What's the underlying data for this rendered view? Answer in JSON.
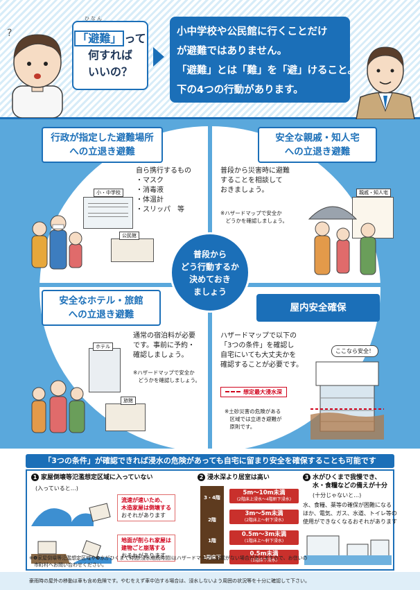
{
  "header": {
    "ruby": "ひなん",
    "question": {
      "highlight": "「避難」",
      "rest1": "って",
      "line2": "何すれば",
      "line3": "いいの？"
    },
    "answer": [
      "小中学校や公民館に行くことだけ",
      "が避難ではありません。",
      "「避難」とは「難」を「避」けること。",
      "下の4つの行動があります。"
    ]
  },
  "center": [
    "普段から",
    "どう行動するか",
    "決めておき",
    "ましょう"
  ],
  "q1": {
    "title": [
      "行政が指定した避難場所",
      "への立退き避難"
    ],
    "items_title": "自ら携行するもの",
    "items": [
      "・マスク",
      "・消毒液",
      "・体温計",
      "・スリッパ　等"
    ],
    "label_school": "小・中学校",
    "label_hall": "公民館"
  },
  "q2": {
    "title": [
      "安全な親戚・知人宅",
      "への立退き避難"
    ],
    "text": [
      "普段から災害時に避難",
      "することを相談して",
      "おきましょう。"
    ],
    "note": [
      "※ハザードマップで安全か",
      "　どうかを確認しましょう。"
    ],
    "label_house": "親戚・知人宅"
  },
  "q3": {
    "title": [
      "安全なホテル・旅館",
      "への立退き避難"
    ],
    "text": [
      "通常の宿泊料が必要",
      "です。事前に予約・",
      "確認しましょう。"
    ],
    "note": [
      "※ハザードマップで安全か",
      "　どうかを確認しましょう。"
    ],
    "label_hotel": "ホテル",
    "label_ryokan": "旅館"
  },
  "q4": {
    "title": "屋内安全確保",
    "text": [
      "ハザードマップで以下の",
      "「3つの条件」を確認し",
      "自宅にいても大丈夫かを",
      "確認することが必要です。"
    ],
    "bubble": "ここなら安全！",
    "legend": "想定最大浸水深",
    "note": [
      "※土砂災害の危険がある",
      "　区域では立退き避難が",
      "　原則です。"
    ]
  },
  "conditions": {
    "banner": "「3つの条件」が確認できれば浸水の危険があっても自宅に留まり安全を確保することも可能です",
    "c1": {
      "num": "1",
      "head": "家屋倒壊等氾濫想定区域に入っていない",
      "sub": "(入っていると…)",
      "warn1": [
        "流速が速いため、",
        "木造家屋は倒壊する",
        "おそれがあります"
      ],
      "warn2": [
        "地面が削られ家屋は",
        "建物ごと崩落する",
        "おそれがあります"
      ]
    },
    "c2": {
      "num": "2",
      "head": "浸水深より居室は高い",
      "floors": [
        "3・4階",
        "2階",
        "1階",
        "1階床下"
      ],
      "depths": [
        {
          "main": "5m〜10m未満",
          "sub": "(2階床上浸水〜4階軒下浸水)"
        },
        {
          "main": "3m〜5m未満",
          "sub": "(2階床上〜軒下浸水)"
        },
        {
          "main": "0.5m〜3m未満",
          "sub": "(1階床上〜軒下浸水)"
        },
        {
          "main": "0.5m未満",
          "sub": "(1階床下浸水)"
        }
      ]
    },
    "c3": {
      "num": "3",
      "head": "水がひくまで我慢でき、",
      "head2": "水・食糧などの備えが十分",
      "sub": "(十分じゃないと…)",
      "text": [
        "水、食糧、薬等の確保が困難になる",
        "ほか、電気、ガス、水道、トイレ等の",
        "使用ができなくなるおそれがあります"
      ]
    },
    "footnote": [
      "※❶家屋倒壊等氾濫想定区域や❸水がひくまで時間(浸水継続時間)はハザードマップに記載がない場合がありますので、お住いの",
      "　市町村へお問い合わせください。"
    ]
  },
  "footer": "豪雨時の屋外の移動は車も含め危険です。やむをえず車中泊する場合は、浸水しないよう周囲の状況等を十分に確認して下さい。",
  "colors": {
    "primary": "#1b6fb8",
    "panel": "#5aa8dc",
    "warning": "#d0021b"
  }
}
